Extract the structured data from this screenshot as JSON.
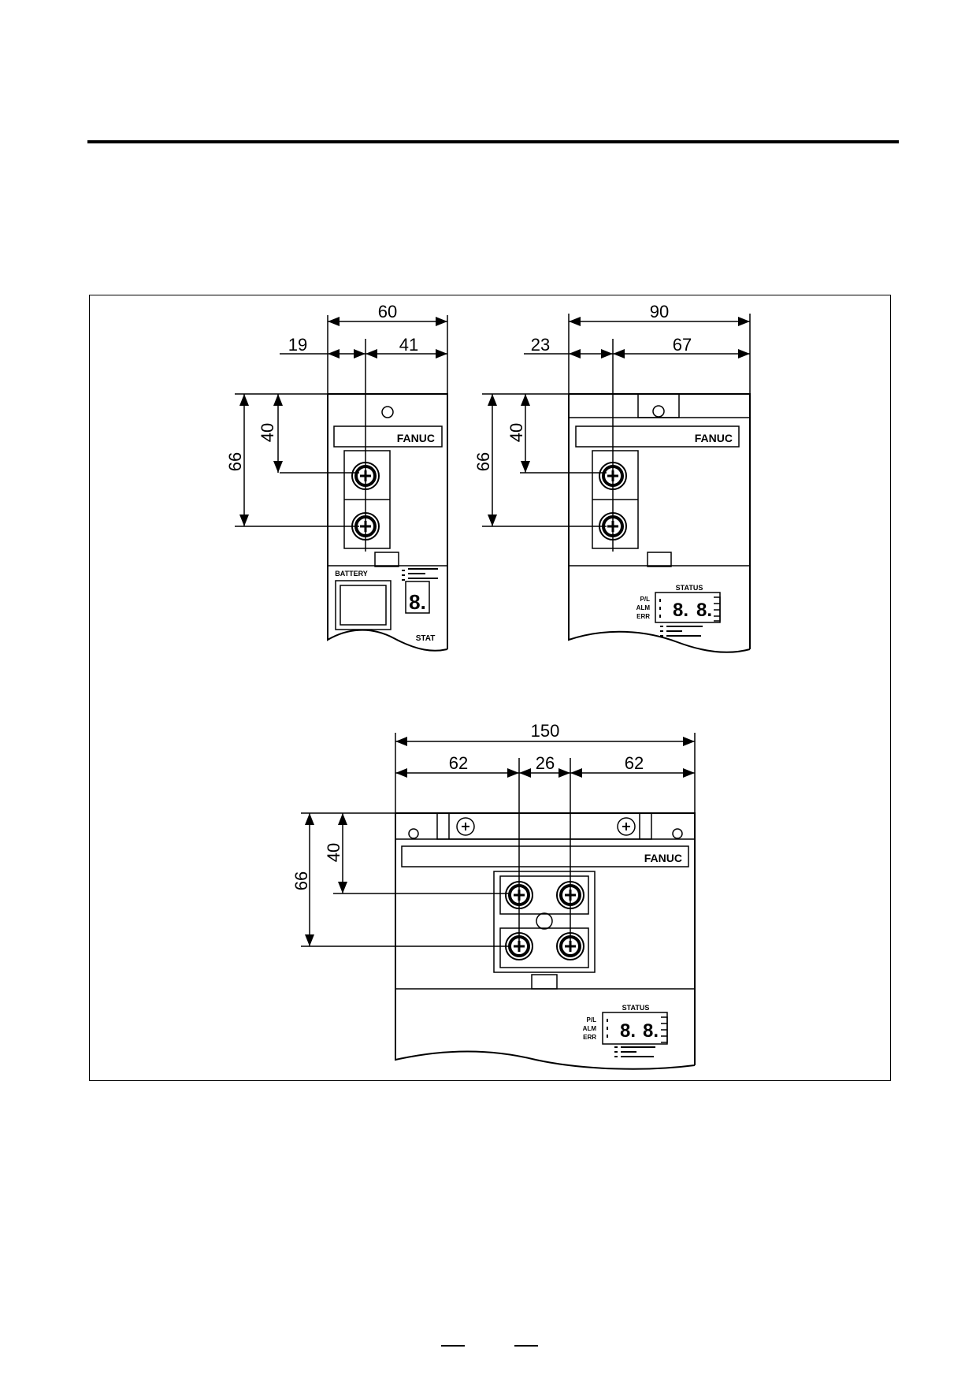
{
  "figure": {
    "unit1": {
      "width": "60",
      "left_offset": "19",
      "right_offset": "41",
      "height_total": "66",
      "height_upper": "40",
      "brand": "FANUC",
      "battery_label": "BATTERY",
      "status_fragment": "STAT",
      "led_digit": "8."
    },
    "unit2": {
      "width": "90",
      "left_offset": "23",
      "right_offset": "67",
      "height_total": "66",
      "height_upper": "40",
      "brand": "FANUC",
      "status_title": "STATUS",
      "indicators": [
        "P/L",
        "ALM",
        "ERR"
      ],
      "led_digits": [
        "8.",
        "8."
      ]
    },
    "unit3": {
      "width": "150",
      "segment_left": "62",
      "segment_middle": "26",
      "segment_right": "62",
      "height_total": "66",
      "height_upper": "40",
      "brand": "FANUC",
      "status_title": "STATUS",
      "indicators": [
        "P/L",
        "ALM",
        "ERR"
      ],
      "led_digits": [
        "8.",
        "8."
      ]
    }
  },
  "colors": {
    "ink": "#000000",
    "paper": "#ffffff"
  }
}
